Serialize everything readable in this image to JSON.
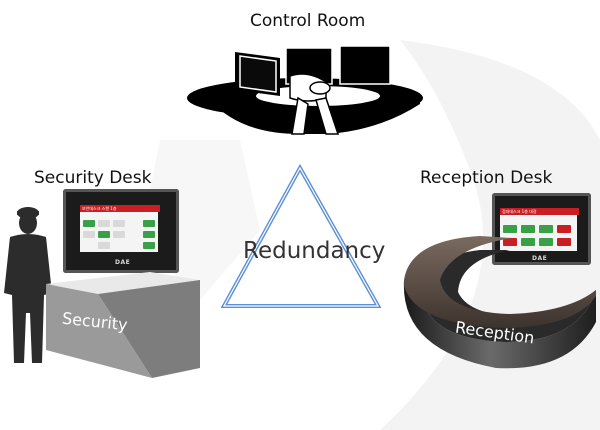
{
  "labels": {
    "control_room": "Control Room",
    "security_desk": "Security Desk",
    "reception_desk": "Reception Desk",
    "redundancy": "Redundancy"
  },
  "desks": {
    "security_front": "Security",
    "reception_front": "Reception"
  },
  "panels": {
    "bezel_logo": "DAE",
    "security_header": "보안데스크 스캔 1층",
    "reception_header": "접대데스크 1층 대정"
  },
  "colors": {
    "triangle_stroke": "#5b8fd6",
    "panel_red": "#c81e24",
    "panel_green": "#3aa048",
    "security_desk": "#9a9a9a",
    "reception_desk": "#2b2b2b"
  }
}
